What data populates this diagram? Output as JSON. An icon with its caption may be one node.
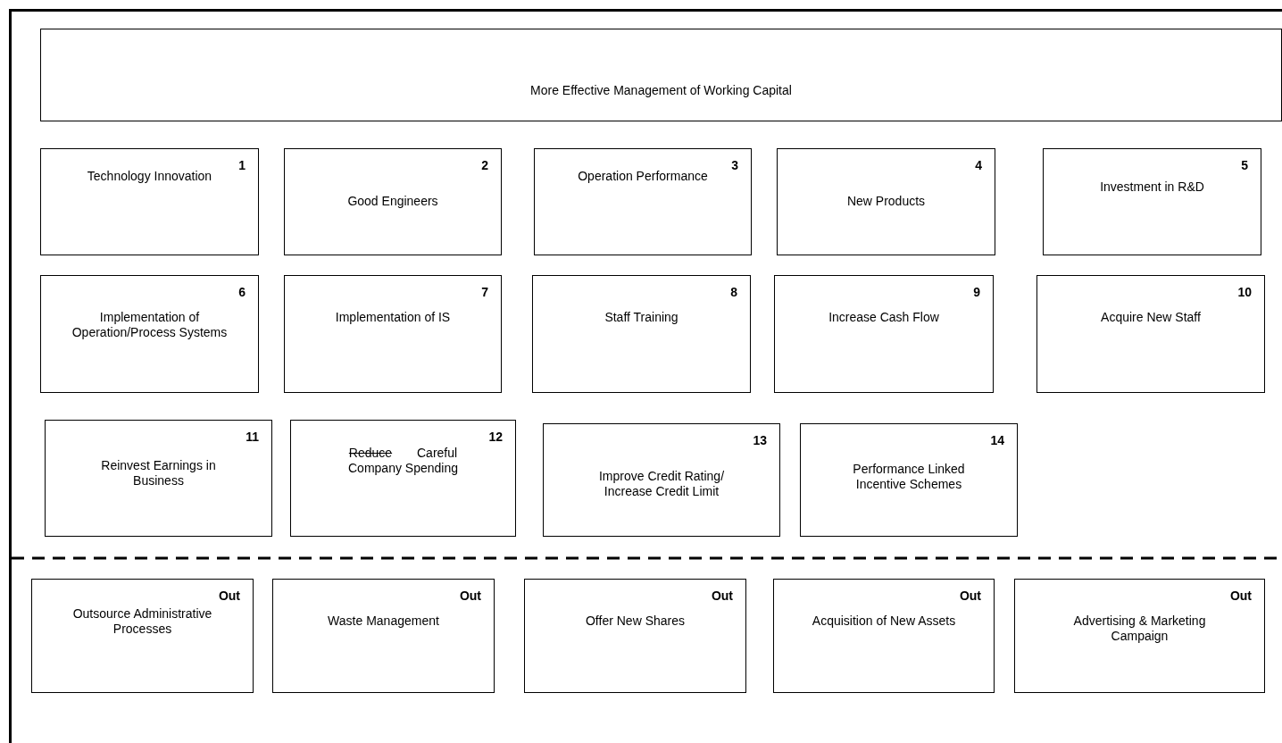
{
  "diagram": {
    "nodes": [
      {
        "text": [
          "More Effective Management of Working Capital"
        ]
      },
      {
        "text": [
          "1",
          "Technology Innovation"
        ]
      },
      {
        "text": [
          "2",
          "Good Engineers"
        ]
      },
      {
        "text": [
          "3",
          "Operation Performance"
        ]
      },
      {
        "text": [
          "4",
          "New Products"
        ]
      },
      {
        "text": [
          "5",
          "Investment in R&D"
        ]
      },
      {
        "text": [
          "6",
          "Implementation of Operation/Process Systems"
        ]
      },
      {
        "text": [
          "7",
          "Implementation of IS"
        ]
      },
      {
        "text": [
          "8",
          "Staff Training"
        ]
      },
      {
        "text": [
          "9",
          "Increase Cash Flow"
        ]
      },
      {
        "text": [
          "10",
          "Acquire New Staff"
        ]
      },
      {
        "text": [
          "11",
          "Reinvest Earnings in Business"
        ]
      },
      {
        "text": [
          "12",
          "Reduce",
          "Careful Company Spending"
        ]
      },
      {
        "text": [
          "13",
          "Improve Credit Rating/ Increase Credit Limit"
        ]
      },
      {
        "text": [
          "14",
          "Performance Linked Incentive Schemes"
        ]
      },
      {
        "text": [
          "Out",
          "Outsource Administrative Processes"
        ]
      },
      {
        "text": [
          "Out",
          "Waste Management"
        ]
      },
      {
        "text": [
          "Out",
          "Offer New Shares"
        ]
      },
      {
        "text": [
          "Out",
          "Acquisition of New Assets"
        ]
      },
      {
        "text": [
          "Out",
          "Advertising & Marketing Campaign"
        ]
      }
    ]
  }
}
